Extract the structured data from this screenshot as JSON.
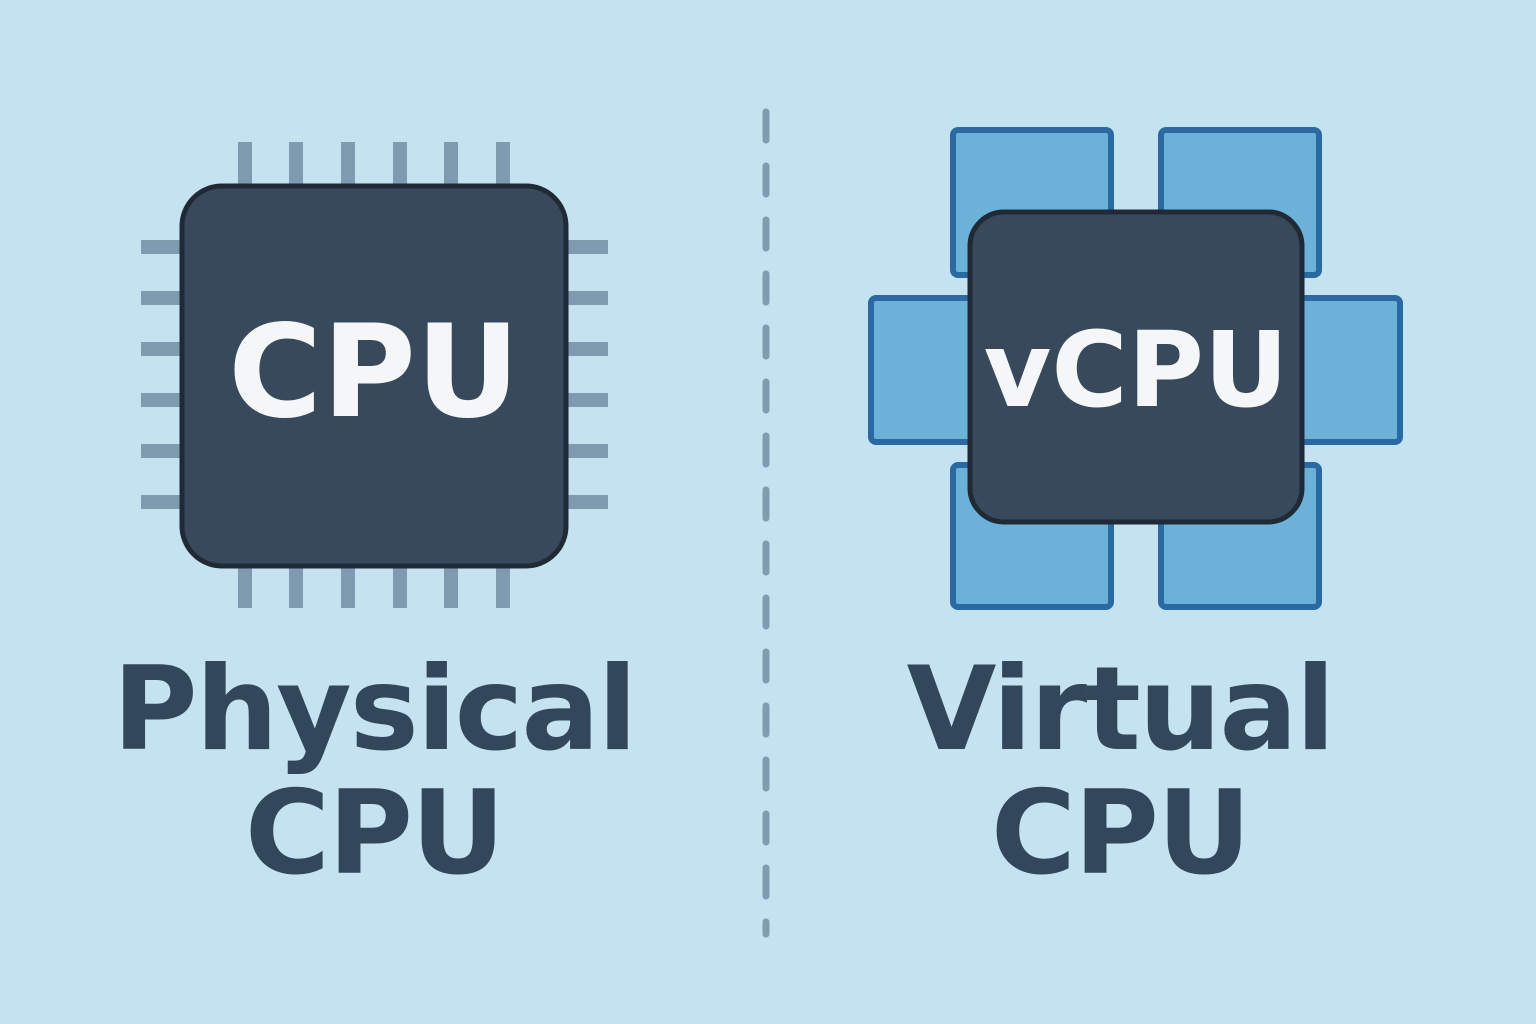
{
  "colors": {
    "background": "#c4e2f0",
    "chip_fill": "#37495b",
    "chip_border": "#1f2a36",
    "chip_text": "#f4f6f8",
    "pin": "#7f9bb0",
    "virtual_block_fill": "#6cb2d8",
    "virtual_block_border": "#2a69a1",
    "caption_text": "#33475a",
    "divider": "#7f9bb0"
  },
  "physical": {
    "chip_label": "CPU",
    "caption_line1": "Physical",
    "caption_line2": "CPU",
    "icon": "cpu-chip-icon"
  },
  "virtual": {
    "chip_label": "vCPU",
    "caption_line1": "Virtual",
    "caption_line2": "CPU",
    "icon": "vcpu-chip-icon"
  }
}
